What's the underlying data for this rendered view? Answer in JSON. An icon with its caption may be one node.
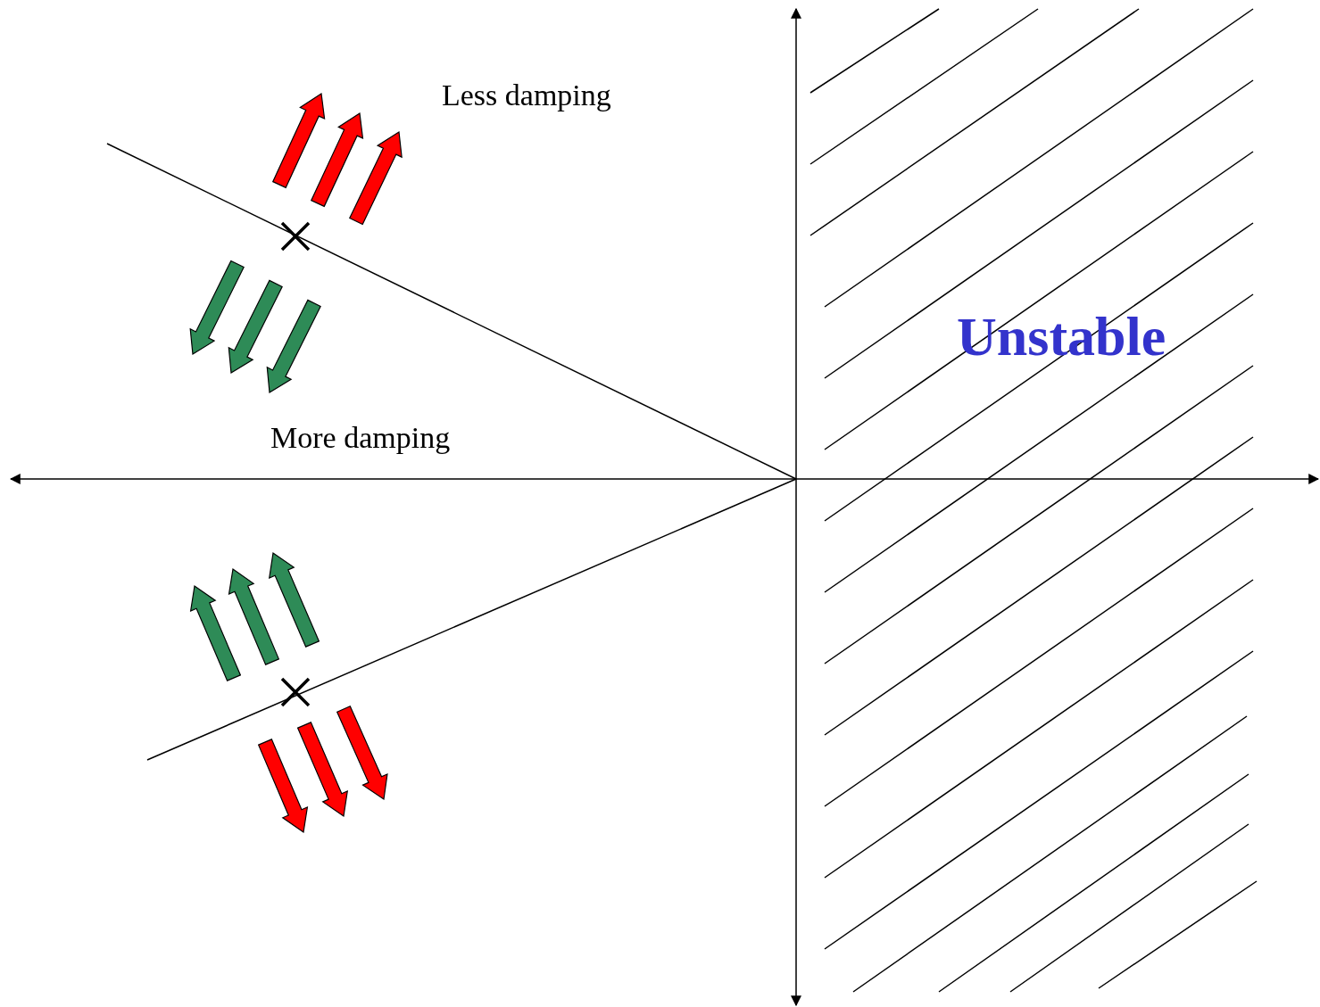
{
  "diagram": {
    "labels": [
      "Less damping",
      "More damping",
      "Unstable"
    ]
  }
}
